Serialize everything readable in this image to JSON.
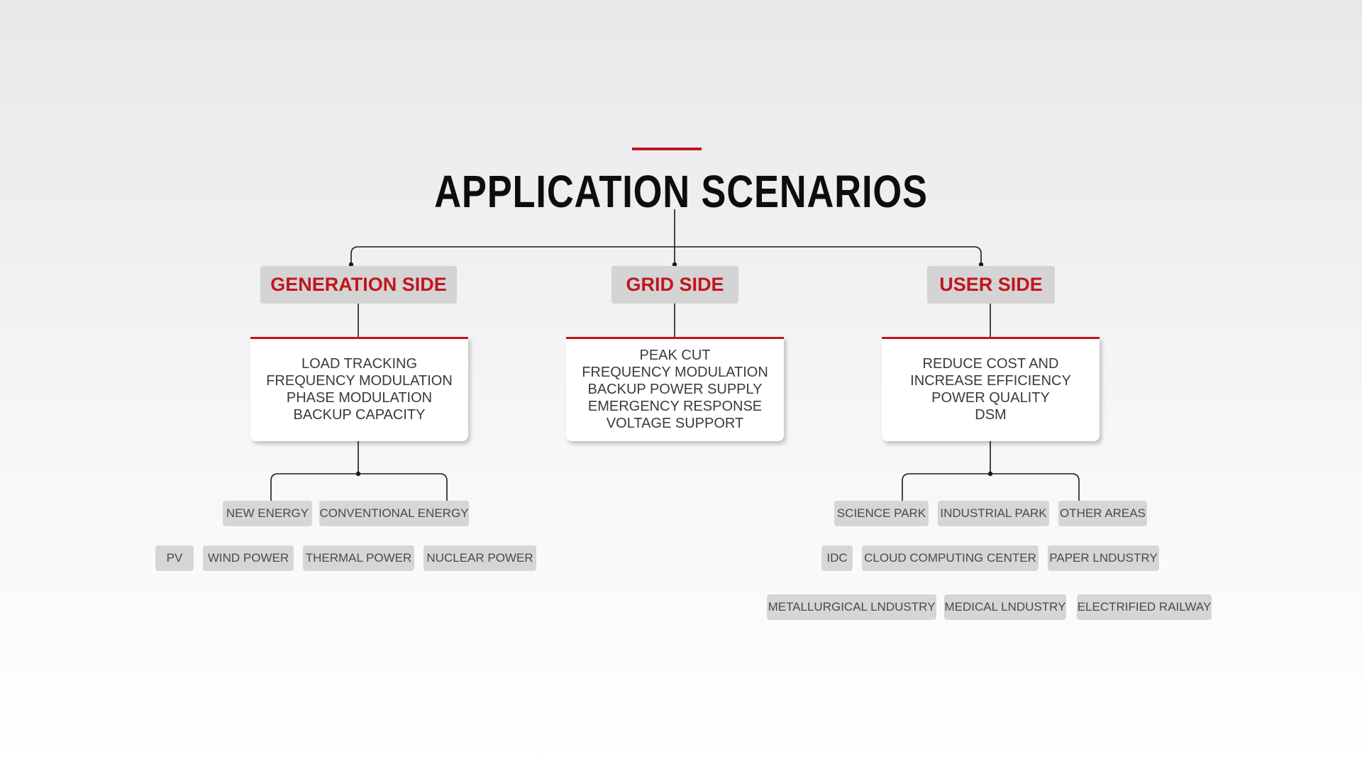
{
  "title": "APPLICATION SCENARIOS",
  "colors": {
    "accent": "#c0161f",
    "header_bg": "#d4d4d4",
    "tag_bg": "#d6d6d6",
    "line": "#1a1a1a"
  },
  "columns": [
    {
      "header": "GENERATION SIDE",
      "functions": [
        "LOAD TRACKING",
        "FREQUENCY MODULATION",
        "PHASE MODULATION",
        "BACKUP CAPACITY"
      ],
      "tags_row1": [
        "NEW ENERGY",
        "CONVENTIONAL ENERGY"
      ],
      "tags_row2": [
        "PV",
        "WIND POWER",
        "THERMAL POWER",
        "NUCLEAR POWER"
      ]
    },
    {
      "header": "GRID SIDE",
      "functions": [
        "PEAK CUT",
        "FREQUENCY MODULATION",
        "BACKUP POWER SUPPLY",
        "EMERGENCY RESPONSE",
        "VOLTAGE SUPPORT"
      ]
    },
    {
      "header": "USER SIDE",
      "functions": [
        "REDUCE COST AND",
        "INCREASE EFFICIENCY",
        "POWER QUALITY",
        "DSM"
      ],
      "tags_row1": [
        "SCIENCE PARK",
        "INDUSTRIAL PARK",
        "OTHER AREAS"
      ],
      "tags_row2": [
        "IDC",
        "CLOUD COMPUTING CENTER",
        "PAPER LNDUSTRY"
      ],
      "tags_row3": [
        "METALLURGICAL LNDUSTRY",
        "MEDICAL LNDUSTRY",
        "ELECTRIFIED RAILWAY"
      ]
    }
  ]
}
